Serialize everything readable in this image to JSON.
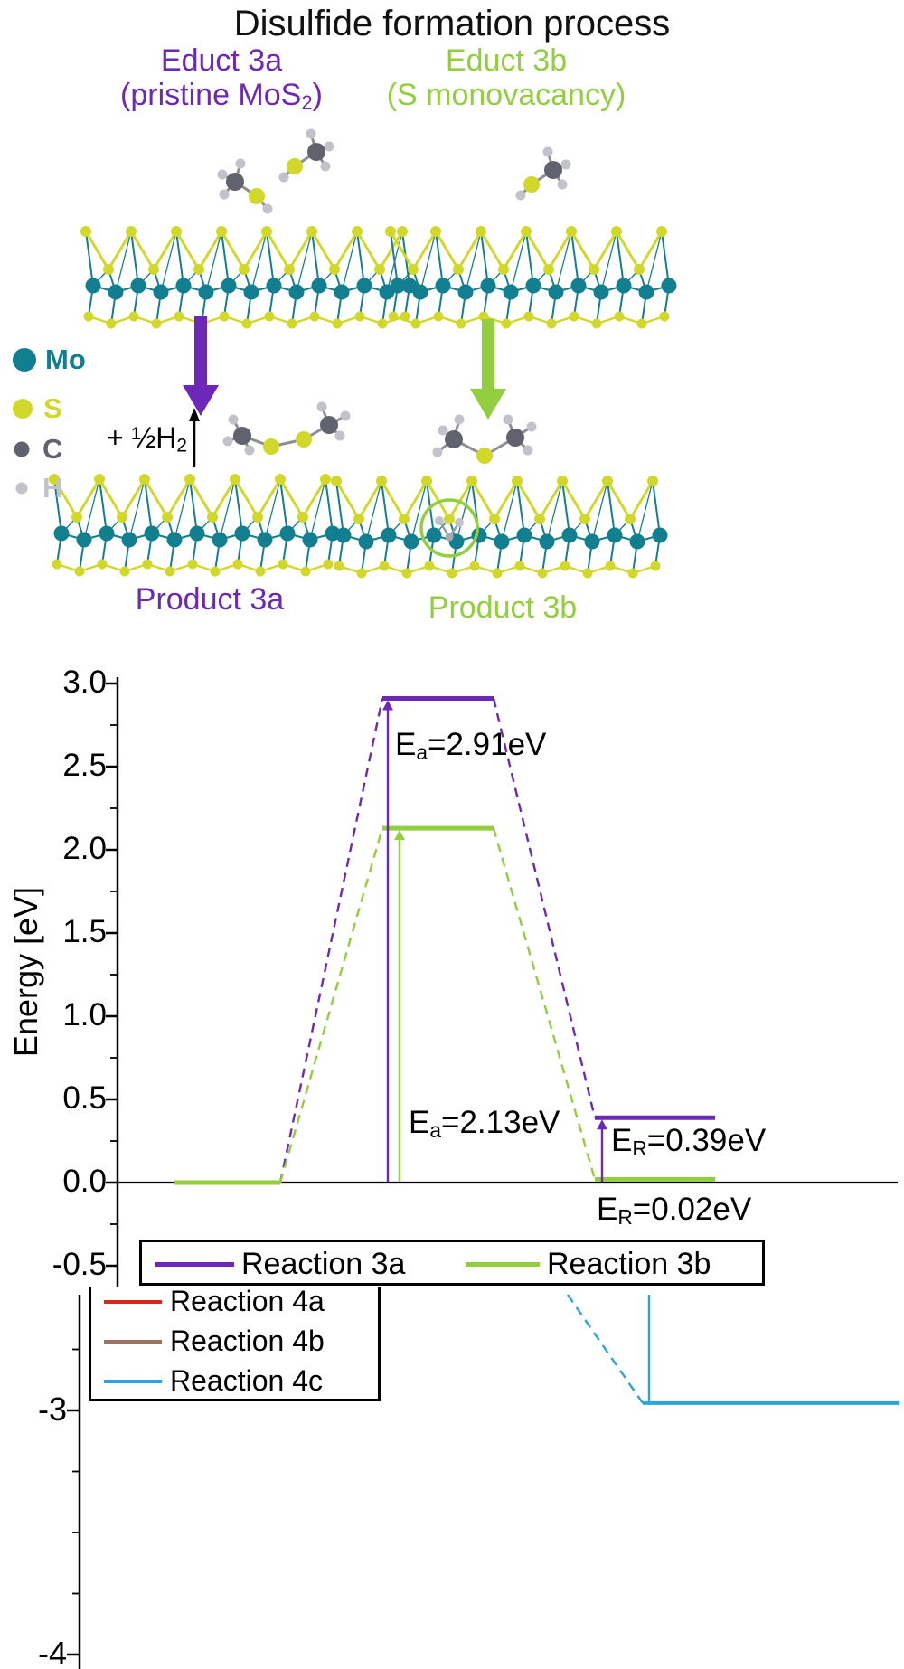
{
  "figure": {
    "title": "Disulfide formation process",
    "educt_a": {
      "line1": "Educt 3a",
      "line2_pre": "(pristine MoS",
      "line2_sub": "2",
      "line2_post": ")"
    },
    "educt_b": {
      "line1": "Educt 3b",
      "line2": "(S monovacancy)"
    },
    "product_a": "Product 3a",
    "product_b": "Product 3b",
    "h2_release": {
      "pre": "+ ½H",
      "sub": "2"
    },
    "element_legend": [
      {
        "symbol": "Mo",
        "color_key": "mo_teal"
      },
      {
        "symbol": "S",
        "color_key": "s_yellow"
      },
      {
        "symbol": "C",
        "color_key": "c_gray"
      },
      {
        "symbol": "H",
        "color_key": "h_gray"
      }
    ]
  },
  "colors": {
    "purple": "#6d28b8",
    "green": "#92ce3d",
    "mo_teal": "#117f8f",
    "s_yellow": "#d2d82a",
    "c_gray": "#62626e",
    "h_gray": "#c2c2cb",
    "red": "#d7281e",
    "brown": "#9a7460",
    "blue": "#2aa3df"
  },
  "chart_data": [
    {
      "type": "line",
      "subtype": "reaction-energy-diagram",
      "title": "",
      "xlabel": "",
      "ylabel": "Energy [eV]",
      "ylim": [
        -0.75,
        3.05
      ],
      "yticks": [
        3.0,
        2.5,
        2.0,
        1.5,
        1.0,
        0.5,
        0.0,
        -0.5
      ],
      "ytick_labels": [
        "3.0",
        "2.5",
        "2.0",
        "1.5",
        "1.0",
        "0.5",
        "0.0",
        "-0.5"
      ],
      "minor_yticks": [
        2.75,
        2.25,
        1.75,
        1.25,
        0.75,
        0.25,
        -0.25
      ],
      "x_stages": [
        "educt",
        "transition-state",
        "product"
      ],
      "grid": false,
      "legend_position": "bottom",
      "series": [
        {
          "name": "Reaction 3a",
          "color_key": "purple",
          "values": [
            0.0,
            2.91,
            0.39
          ],
          "activation_energy_eV": 2.91,
          "reaction_energy_eV": 0.39
        },
        {
          "name": "Reaction 3b",
          "color_key": "green",
          "values": [
            0.0,
            2.13,
            0.02
          ],
          "activation_energy_eV": 2.13,
          "reaction_energy_eV": 0.02
        }
      ],
      "annotations": [
        {
          "pre": "E",
          "sub": "a",
          "post": "=2.91eV"
        },
        {
          "pre": "E",
          "sub": "a",
          "post": "=2.13eV"
        },
        {
          "pre": "E",
          "sub": "R",
          "post": "=0.39eV"
        },
        {
          "pre": "E",
          "sub": "R",
          "post": "=0.02eV"
        }
      ],
      "legend": [
        "Reaction 3a",
        "Reaction 3b"
      ]
    },
    {
      "type": "line",
      "subtype": "reaction-energy-diagram-partial",
      "clipped": true,
      "ylim_visible": [
        -4.1,
        -2.55
      ],
      "yticks": [
        -3,
        -4
      ],
      "ytick_labels": [
        "-3",
        "-4"
      ],
      "minor_yticks": [
        -2.75,
        -3.25,
        -3.5,
        -3.75
      ],
      "legend": [
        "Reaction 4a",
        "Reaction 4b",
        "Reaction 4c"
      ],
      "series": [
        {
          "name": "Reaction 4a",
          "color_key": "red"
        },
        {
          "name": "Reaction 4b",
          "color_key": "brown"
        },
        {
          "name": "Reaction 4c",
          "color_key": "blue",
          "visible_final_level_eV": -2.97
        }
      ]
    }
  ]
}
